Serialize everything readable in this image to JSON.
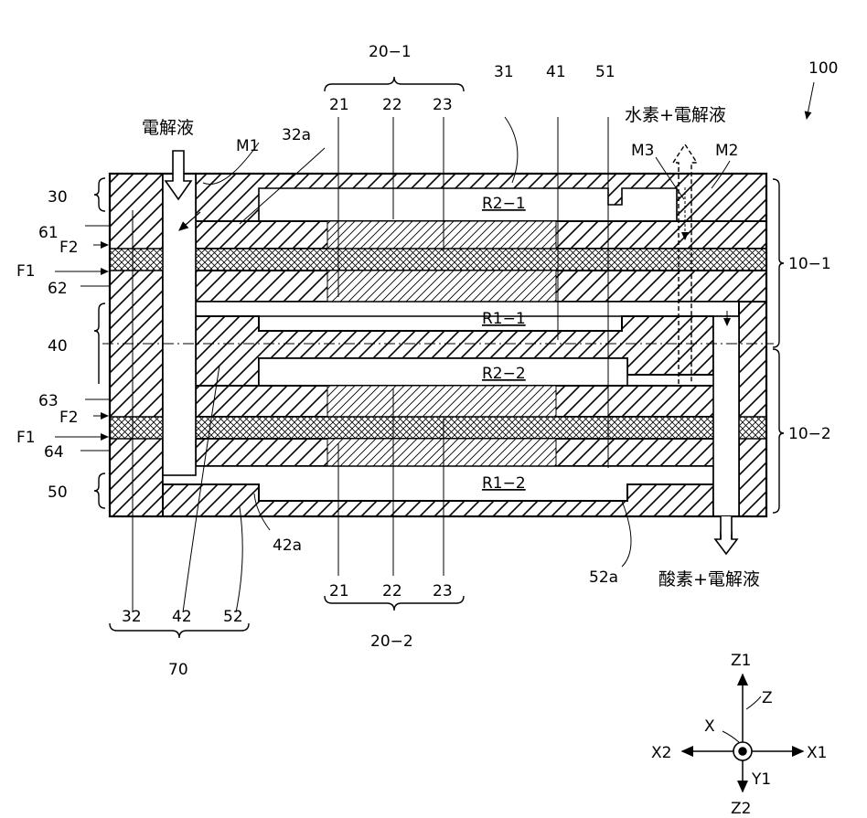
{
  "figure": {
    "ref_100": "100",
    "electrode_top": {
      "label": "20−1",
      "parts": [
        "21",
        "22",
        "23"
      ]
    },
    "electrode_bottom": {
      "label": "20−2",
      "parts": [
        "21",
        "22",
        "23"
      ]
    },
    "inlet_label": "電解液",
    "outlet_top_label": "水素+電解液",
    "outlet_bottom_label": "酸素+電解液",
    "refs_top": [
      "31",
      "41",
      "51"
    ],
    "marks": {
      "m1": "M1",
      "m2": "M2",
      "m3": "M3",
      "p32a": "32a",
      "p42a": "42a",
      "p52a": "52a"
    },
    "left_labels": {
      "l30": "30",
      "l61": "61",
      "f2a": "F2",
      "f1a": "F1",
      "l62": "62",
      "l40": "40",
      "l63": "63",
      "f2b": "F2",
      "f1b": "F1",
      "l64": "64",
      "l50": "50"
    },
    "channels": {
      "r2_1": "R2−1",
      "r1_1": "R1−1",
      "r2_2": "R2−2",
      "r1_2": "R1−2"
    },
    "right_labels": {
      "c10_1": "10−1",
      "c10_2": "10−2"
    },
    "bottom_refs": [
      "32",
      "42",
      "52"
    ],
    "group_70": "70",
    "axes": {
      "z1": "Z1",
      "z2": "Z2",
      "x1": "X1",
      "x2": "X2",
      "x": "X",
      "z": "Z",
      "y1": "Y1"
    }
  }
}
